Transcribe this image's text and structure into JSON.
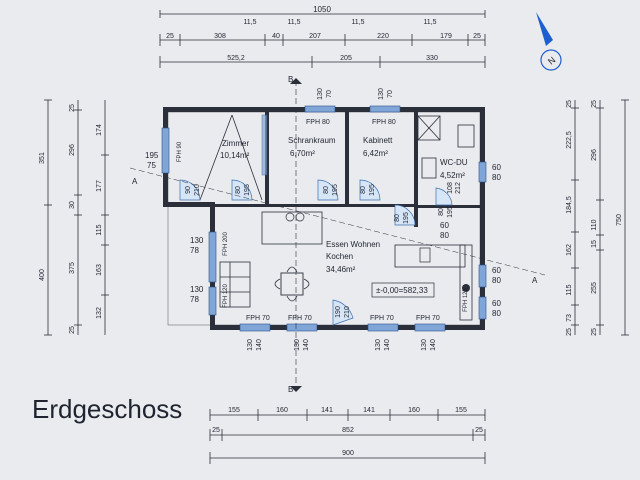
{
  "title": "Erdgeschoss",
  "rooms": [
    {
      "name": "Zimmer",
      "area": "10,14m²"
    },
    {
      "name": "Schrankraum",
      "area": "6,70m²"
    },
    {
      "name": "Kabinett",
      "area": "6,42m²"
    },
    {
      "name": "WC-DU",
      "area": "4,52m²"
    },
    {
      "name_line1": "Essen Wohnen",
      "name_line2": "Kochen",
      "area": "34,46m²"
    }
  ],
  "level": "±-0,00=582,33",
  "section_label": "B",
  "section_label_side": "A",
  "top_dims": {
    "total": "1050",
    "row2": [
      "25",
      "308",
      "11,5",
      "40",
      "11,5",
      "207",
      "11,5",
      "220",
      "11,5",
      "179",
      "25"
    ],
    "row3": [
      "525,2",
      "205",
      "330"
    ]
  },
  "bottom_dims": {
    "row1": [
      "155",
      "160",
      "141",
      "141",
      "160",
      "155"
    ],
    "row2": [
      "25",
      "852",
      "25"
    ],
    "total": "900"
  },
  "left_dims": {
    "col1": [
      "351",
      "400"
    ],
    "col2": [
      "25",
      "296",
      "30",
      "375",
      "25"
    ],
    "col3": [
      "174",
      "177",
      "115",
      "163",
      "132"
    ]
  },
  "right_dims": {
    "col1": [
      "25",
      "222,5",
      "184,5",
      "162",
      "115",
      "73",
      "25"
    ],
    "col2": [
      "25",
      "296",
      "110",
      "15",
      "255",
      "25"
    ],
    "col3": [
      "750"
    ]
  },
  "openings": {
    "fph_top": [
      "FPH 80",
      "FPH 80"
    ],
    "fph_top_sizes": [
      "130",
      "70",
      "130",
      "70"
    ],
    "fph_bottom": [
      "FPH 70",
      "FPH 70",
      "FPH 70",
      "FPH 70"
    ],
    "fph_bottom_sizes": [
      "130",
      "140",
      "130",
      "140",
      "130",
      "140",
      "130",
      "140"
    ],
    "fph_left": [
      "FPH 90",
      "FPH 200",
      "FPH 120",
      "FPH 125"
    ],
    "win_left": [
      "195",
      "75",
      "130",
      "78",
      "130",
      "78"
    ],
    "doors": [
      "90",
      "210",
      "80",
      "195",
      "80",
      "195",
      "80",
      "195",
      "80",
      "195",
      "80",
      "195",
      "108",
      "212",
      "190",
      "210",
      "60",
      "80"
    ],
    "win_right": [
      "60",
      "80",
      "60",
      "80",
      "60",
      "80"
    ]
  },
  "north": "N"
}
